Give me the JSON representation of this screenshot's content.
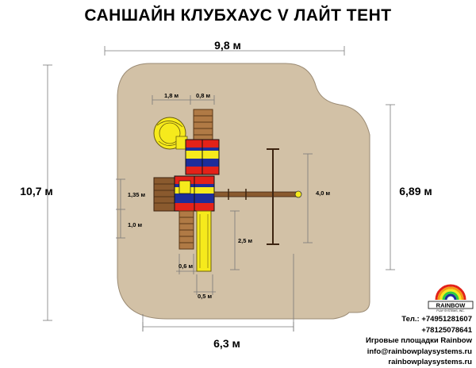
{
  "title": "САНШАЙН КЛУБХАУС V ЛАЙТ ТЕНТ",
  "dimensions": {
    "width_total": "9,8 м",
    "height_total": "10,7 м",
    "depth_right": "6,89 м",
    "width_bottom": "6,3 м",
    "top_1": "1,8 м",
    "top_2": "0,8 м",
    "left_1": "1,35 м",
    "left_2": "1,0 м",
    "swing": "4,0 м",
    "slide": "2,5 м",
    "bottom_1": "0,6 м",
    "bottom_2": "0,5 м"
  },
  "logo": {
    "text": "RAINBOW",
    "subtext": "PLAY SYSTEMS, INC."
  },
  "contacts": {
    "phone1": "Тел.: +74951281607",
    "phone2": "+78125078641",
    "company": "Игровые площадки Rainbow",
    "email": "info@rainbowplaysystems.ru",
    "site": "rainbowplaysystems.ru"
  },
  "colors": {
    "ground": "#d2c1a6",
    "ground_stroke": "#9b8b74",
    "red": "#e32219",
    "blue": "#1d2d9a",
    "yellow": "#f6ea1c",
    "wood": "#8a5a2e",
    "dim_line": "#7a7a7a"
  }
}
